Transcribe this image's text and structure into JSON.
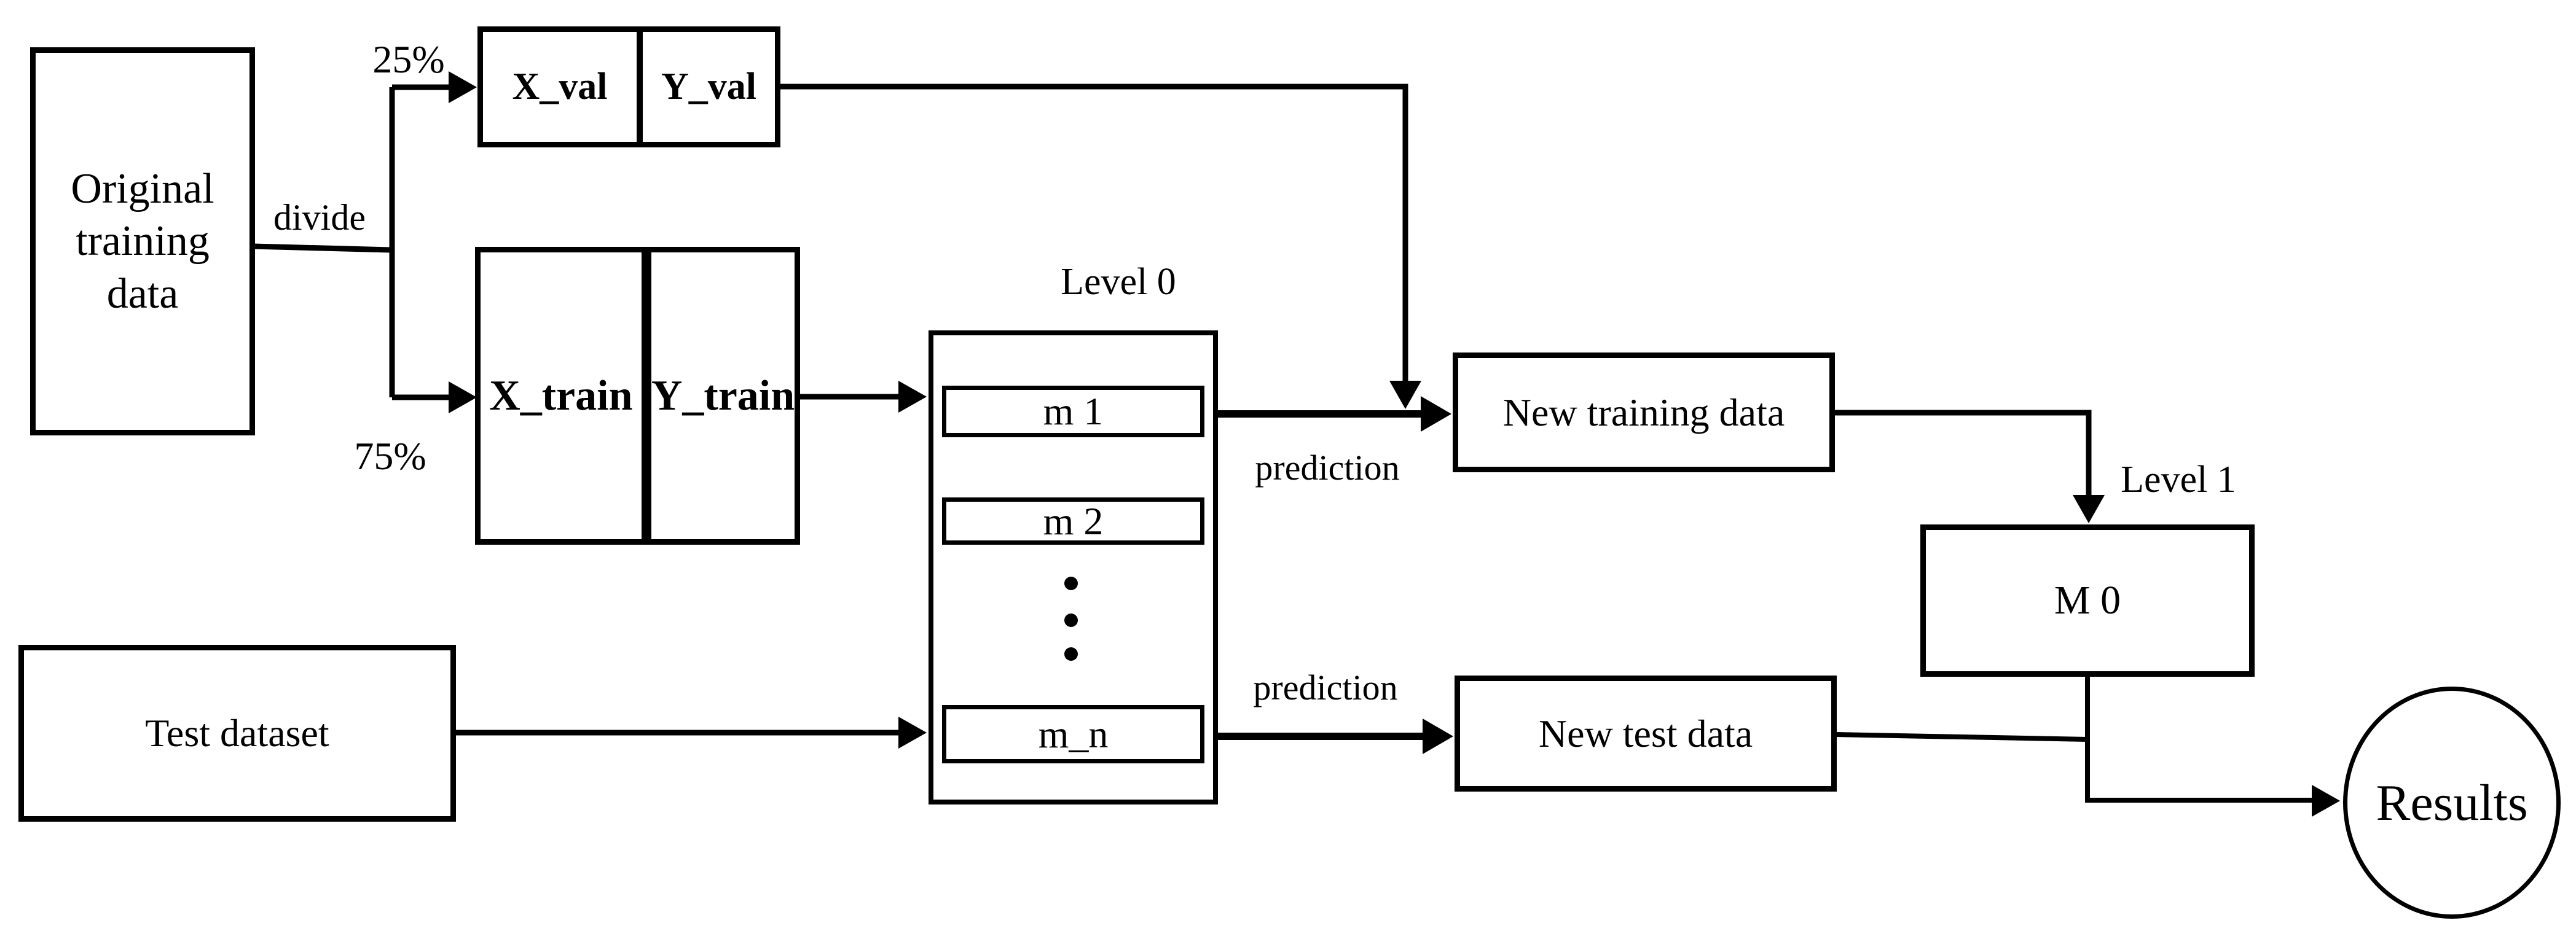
{
  "diagram": {
    "title": "Stacking ensemble data-flow diagram",
    "colors": {
      "ink": "#000000",
      "background": "#ffffff"
    },
    "nodes": {
      "original_training_data": {
        "label": "Original\ntraining\ndata"
      },
      "x_val": {
        "label": "X_val"
      },
      "y_val": {
        "label": "Y_val"
      },
      "x_train": {
        "label": "X_train"
      },
      "y_train": {
        "label": "Y_train"
      },
      "level0_models": {
        "title": "Level 0",
        "m1": {
          "label": "m 1"
        },
        "m2": {
          "label": "m 2"
        },
        "mn": {
          "label": "m_n"
        },
        "ellipsis": "vertical-dots"
      },
      "new_training_data": {
        "label": "New training data"
      },
      "new_test_data": {
        "label": "New test data"
      },
      "m0": {
        "label": "M 0",
        "title": "Level 1"
      },
      "test_dataset": {
        "label": "Test dataset"
      },
      "results": {
        "label": "Results"
      }
    },
    "edge_labels": {
      "divide": "divide",
      "val_split": "25%",
      "train_split": "75%",
      "prediction_top": "prediction",
      "prediction_bottom": "prediction"
    },
    "edges": [
      {
        "from": "original_training_data",
        "to": "x_val_y_val",
        "label": "divide 25%"
      },
      {
        "from": "original_training_data",
        "to": "x_train_y_train",
        "label": "divide 75%"
      },
      {
        "from": "x_train_y_train",
        "to": "level0_models",
        "label": ""
      },
      {
        "from": "y_val",
        "to": "new_training_data",
        "label": ""
      },
      {
        "from": "level0_models",
        "to": "new_training_data",
        "label": "prediction"
      },
      {
        "from": "test_dataset",
        "to": "level0_models",
        "label": ""
      },
      {
        "from": "level0_models",
        "to": "new_test_data",
        "label": "prediction"
      },
      {
        "from": "new_training_data",
        "to": "m0",
        "label": "Level 1"
      },
      {
        "from": "m0",
        "to": "results",
        "label": ""
      },
      {
        "from": "new_test_data",
        "to": "results",
        "label": ""
      }
    ]
  }
}
